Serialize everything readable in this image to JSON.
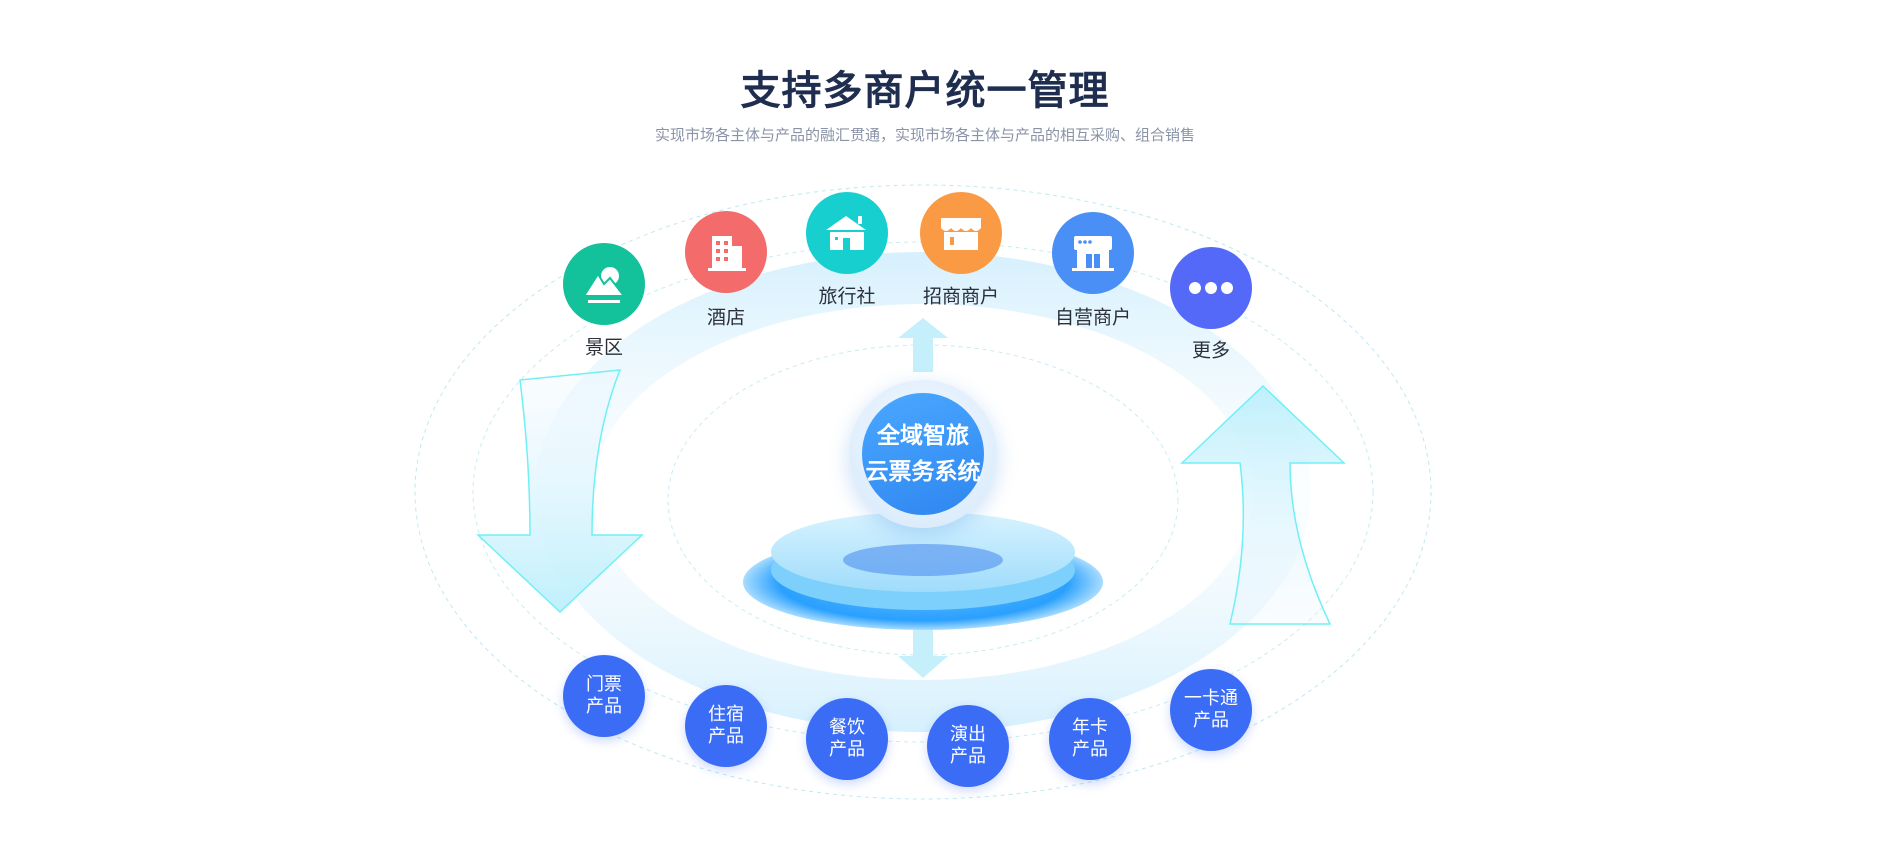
{
  "header": {
    "title": "支持多商户统一管理",
    "subtitle": "实现市场各主体与产品的融汇贯通，实现市场各主体与产品的相互采购、组合销售"
  },
  "center": {
    "line1": "全域智旅",
    "line2": "云票务系统"
  },
  "merchants": [
    {
      "label": "景区",
      "icon": "mountain-icon",
      "color": "#13c29a"
    },
    {
      "label": "酒店",
      "icon": "hotel-building-icon",
      "color": "#f36b6b"
    },
    {
      "label": "旅行社",
      "icon": "house-icon",
      "color": "#18cfd0"
    },
    {
      "label": "招商商户",
      "icon": "storefront-awning-icon",
      "color": "#fb9a45"
    },
    {
      "label": "自营商户",
      "icon": "shop-icon",
      "color": "#4a8ff5"
    },
    {
      "label": "更多",
      "icon": "more-dots-icon",
      "color": "#5469f7"
    }
  ],
  "products": [
    {
      "line1": "门票",
      "line2": "产品"
    },
    {
      "line1": "住宿",
      "line2": "产品"
    },
    {
      "line1": "餐饮",
      "line2": "产品"
    },
    {
      "line1": "演出",
      "line2": "产品"
    },
    {
      "line1": "年卡",
      "line2": "产品"
    },
    {
      "line1": "一卡通",
      "line2": "产品"
    }
  ]
}
